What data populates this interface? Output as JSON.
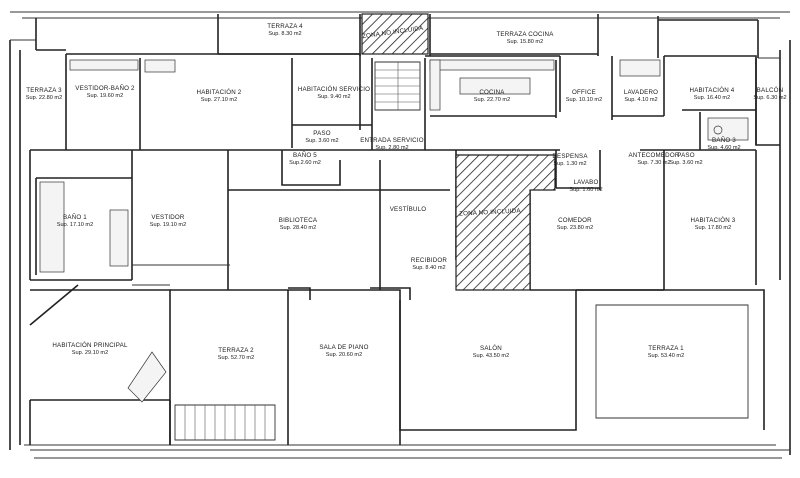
{
  "plan": {
    "rooms": [
      {
        "id": "terraza-4",
        "name": "TERRAZA 4",
        "area": "Sup. 8.30 m2"
      },
      {
        "id": "zona-no-incluida-top",
        "name": "ZONA NO INCLUIDA",
        "area": ""
      },
      {
        "id": "terraza-cocina",
        "name": "TERRAZA COCINA",
        "area": "Sup. 15.80 m2"
      },
      {
        "id": "terraza-3",
        "name": "TERRAZA 3",
        "area": "Sup. 22.80 m2"
      },
      {
        "id": "vestidor-bano-2",
        "name": "VESTIDOR-BAÑO 2",
        "area": "Sup. 19.60 m2"
      },
      {
        "id": "habitacion-2",
        "name": "HABITACIÓN 2",
        "area": "Sup. 27.10 m2"
      },
      {
        "id": "habitacion-servicio",
        "name": "HABITACIÓN SERVICIO",
        "area": "Sup. 9.40 m2"
      },
      {
        "id": "cocina",
        "name": "COCINA",
        "area": "Sup. 22.70 m2"
      },
      {
        "id": "office",
        "name": "OFFICE",
        "area": "Sup. 10.10 m2"
      },
      {
        "id": "lavadero",
        "name": "LAVADERO",
        "area": "Sup. 4.10 m2"
      },
      {
        "id": "habitacion-4",
        "name": "HABITACIÓN 4",
        "area": "Sup. 16.40 m2"
      },
      {
        "id": "balcon",
        "name": "BALCÓN",
        "area": "Sup. 6.30 m2"
      },
      {
        "id": "paso-1",
        "name": "PASO",
        "area": "Sup. 3.60 m2"
      },
      {
        "id": "entrada-servicio",
        "name": "ENTRADA SERVICIO",
        "area": "Sup. 2.80 m2"
      },
      {
        "id": "bano-5",
        "name": "BAÑO 5",
        "area": "Sup.2.60 m2"
      },
      {
        "id": "despensa",
        "name": "DESPENSA",
        "area": "Sup. 1.30 m2"
      },
      {
        "id": "antecomedor",
        "name": "ANTECOMEDOR",
        "area": "Sup. 7.30 m2"
      },
      {
        "id": "paso-2",
        "name": "PASO",
        "area": "Sup. 3.60 m2"
      },
      {
        "id": "bano-3",
        "name": "BAÑO 3",
        "area": "Sup. 4.60 m2"
      },
      {
        "id": "lavabo",
        "name": "LAVABO",
        "area": "Sup. 1.60 m2"
      },
      {
        "id": "bano-1",
        "name": "BAÑO 1",
        "area": "Sup. 17.10 m2"
      },
      {
        "id": "vestidor",
        "name": "VESTIDOR",
        "area": "Sup. 19.10 m2"
      },
      {
        "id": "biblioteca",
        "name": "BIBLIOTECA",
        "area": "Sup. 28.40 m2"
      },
      {
        "id": "vestibulo",
        "name": "VESTÍBULO",
        "area": ""
      },
      {
        "id": "zona-no-incluida-mid",
        "name": "ZONA NO INCLUIDA",
        "area": ""
      },
      {
        "id": "comedor",
        "name": "COMEDOR",
        "area": "Sup. 23.80 m2"
      },
      {
        "id": "habitacion-3",
        "name": "HABITACIÓN 3",
        "area": "Sup. 17.80 m2"
      },
      {
        "id": "recibidor",
        "name": "RECIBIDOR",
        "area": "Sup. 8.40 m2"
      },
      {
        "id": "habitacion-principal",
        "name": "HABITACIÓN PRINCIPAL",
        "area": "Sup. 29.10 m2"
      },
      {
        "id": "terraza-2",
        "name": "TERRAZA 2",
        "area": "Sup. 52.70 m2"
      },
      {
        "id": "sala-de-piano",
        "name": "SALA DE PIANO",
        "area": "Sup. 20.60 m2"
      },
      {
        "id": "salon",
        "name": "SALÓN",
        "area": "Sup. 43.50 m2"
      },
      {
        "id": "terraza-1",
        "name": "TERRAZA 1",
        "area": "Sup. 53.40 m2"
      }
    ]
  }
}
